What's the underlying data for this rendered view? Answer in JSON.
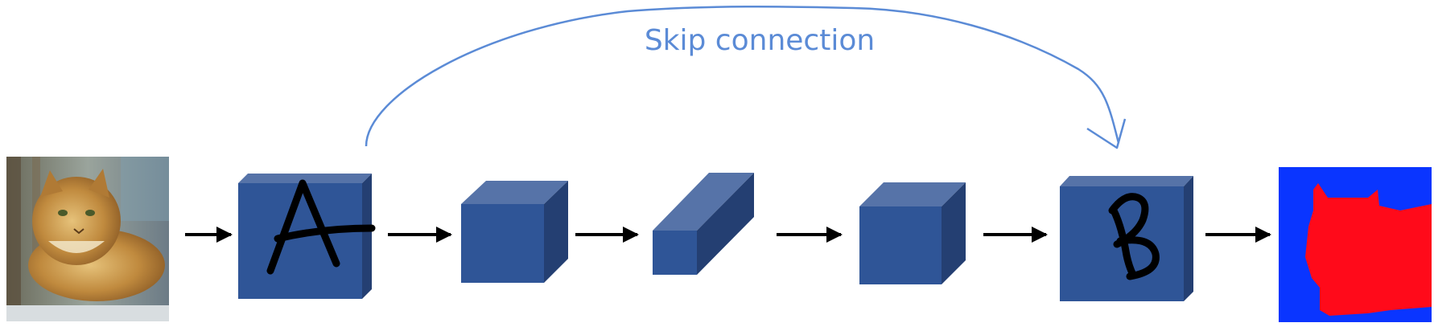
{
  "skip_connection": {
    "label": "Skip connection",
    "color": "#5b8bd6"
  },
  "input_image": {
    "icon": "cat-photo",
    "subject": "cat"
  },
  "output_mask": {
    "icon": "segmentation-mask",
    "background_color": "#0a35ff",
    "foreground_color": "#ff0a1a"
  },
  "blocks": [
    {
      "id": "encoder",
      "mark": "A",
      "shape": "cube"
    },
    {
      "id": "down-block",
      "mark": "",
      "shape": "cube"
    },
    {
      "id": "bottleneck",
      "mark": "",
      "shape": "slanted-prism"
    },
    {
      "id": "up-block",
      "mark": "",
      "shape": "cube"
    },
    {
      "id": "decoder",
      "mark": "B",
      "shape": "cube"
    }
  ],
  "colors": {
    "block_front": "#2f5597",
    "block_top": "#5673a8",
    "block_side": "#243f72",
    "arrow": "#000000"
  }
}
